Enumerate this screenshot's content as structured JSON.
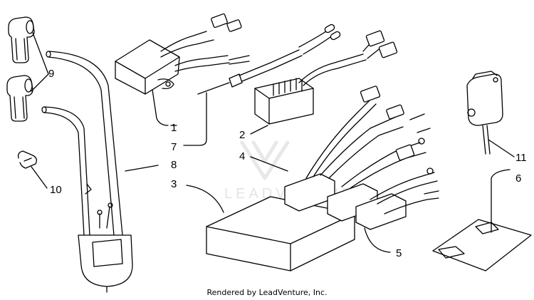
{
  "diagram": {
    "callouts": {
      "c1": "1",
      "c2": "2",
      "c3": "3",
      "c4": "4",
      "c5": "5",
      "c6": "6",
      "c7": "7",
      "c8": "8",
      "c9": "9",
      "c10": "10",
      "c11": "11"
    },
    "watermark": "LEADVENTURE"
  },
  "footer": {
    "credit": "Rendered by LeadVenture, Inc."
  }
}
